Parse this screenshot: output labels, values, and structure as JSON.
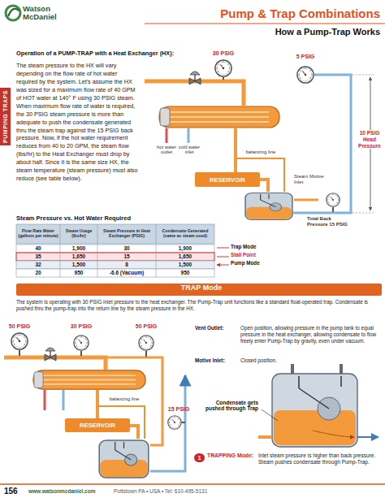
{
  "diagram": {
    "title": "Pump & Trap Combinations",
    "nodes": [
      {
        "text": [
          "PUMPING TRAPS"
        ]
      },
      {
        "text": [
          "RESERVOIR"
        ]
      },
      {
        "text": [
          "TRAP Mode"
        ]
      },
      {
        "text": [
          "RESERVOIR"
        ]
      },
      {
        "text": [
          "1"
        ]
      }
    ],
    "labels": [
      "Watson McDaniel",
      "How a Pump-Trap Works",
      "Operation of a PUMP-TRAP with a Heat Exchanger (HX):",
      "The steam pressure to the HX will vary depending on the flow rate of hot water required by the system. Let's assume the HX was sized for a maximum flow rate of 40 GPM of HOT water at 140° F using 30 PSIG steam. When maximum flow rate of water is required, the 30 PSIG steam pressure is more than adequate to push the condensate generated thru the steam trap against the 15 PSIG back pressure. Now, if the hot water requirement reduces from 40 to 20 GPM, the steam flow (lbs/hr) to the Heat Exchanger must drop by about half. Since it is the same size HX, the steam temperature (steam pressure) must also reduce (see table below).",
      "5 PSIG",
      "30 PSIG",
      "10 PSIG Head Pressure",
      "balancing line",
      "hot water outlet",
      "cold water inlet",
      "Steam Motive Inlet",
      "Total Back Pressure 15 PSIG",
      "Steam Pressure vs. Hot Water Required",
      "Flow Rate Water (gallons per minute)",
      "Steam Usage (lbs/hr)",
      "Steam Pressure in Heat Exchanger (PSIG)",
      "Condensate Generated (same as steam used)",
      "40",
      "1,900",
      "30",
      "1,900",
      "35",
      "1,650",
      "15",
      "1,650",
      "32",
      "1,500",
      "8",
      "1,500",
      "20",
      "950",
      "-6.6 (Vacuum)",
      "950",
      "Trap Mode",
      "Stall Point",
      "Pump Mode",
      "The system is operating with 30 PSIG inlet pressure to the heat exchanger. The Pump-Trap unit functions like a standard float-operated trap. Condensate is pushed thru the pump-trap into the return line by the steam pressure in the HX.",
      "50 PSIG",
      "30 PSIG",
      "50 PSIG",
      "balancing line",
      "15 PSIG",
      "Vent Outlet:",
      "Open position, allowing pressure in the pump tank to equal pressure in the heat exchanger, allowing condensate to flow freely enter Pump-Trap by gravity, even under vacuum.",
      "Motive Inlet:",
      "Closed position.",
      "Condensate gets pushed through Trap",
      "TRAPPING Mode:",
      "Inlet steam pressure is higher than back pressure. Steam pushes condensate through Pump-Trap.",
      "156",
      "www.watsonmcdaniel.com",
      "Pottstown PA • USA • Tel: 610-495-5131"
    ]
  }
}
